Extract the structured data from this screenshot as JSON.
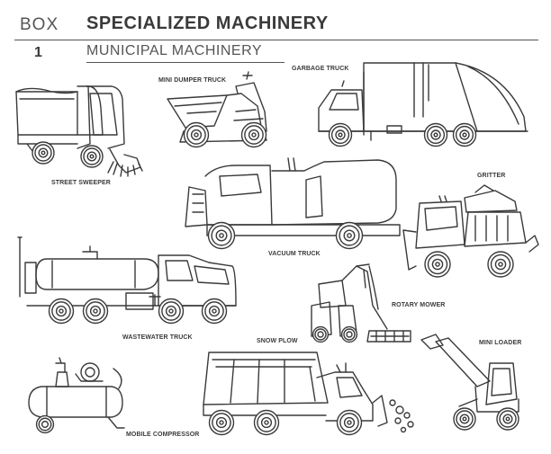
{
  "header": {
    "box_label": "BOX",
    "box_number": "1",
    "title": "SPECIALIZED MACHINERY",
    "subtitle": "MUNICIPAL MACHINERY"
  },
  "machines": {
    "street_sweeper": "STREET SWEEPER",
    "mini_dumper_truck": "MINI DUMPER TRUCK",
    "garbage_truck": "GARBAGE TRUCK",
    "gritter": "GRITTER",
    "vacuum_truck": "VACUUM TRUCK",
    "wastewater_truck": "WASTEWATER TRUCK",
    "rotary_mower": "ROTARY MOWER",
    "snow_plow": "SNOW PLOW",
    "mini_loader": "MINI LOADER",
    "mobile_compressor": "MOBILE COMPRESSOR"
  },
  "colors": {
    "line": "#3a3a3a",
    "background": "#ffffff"
  }
}
